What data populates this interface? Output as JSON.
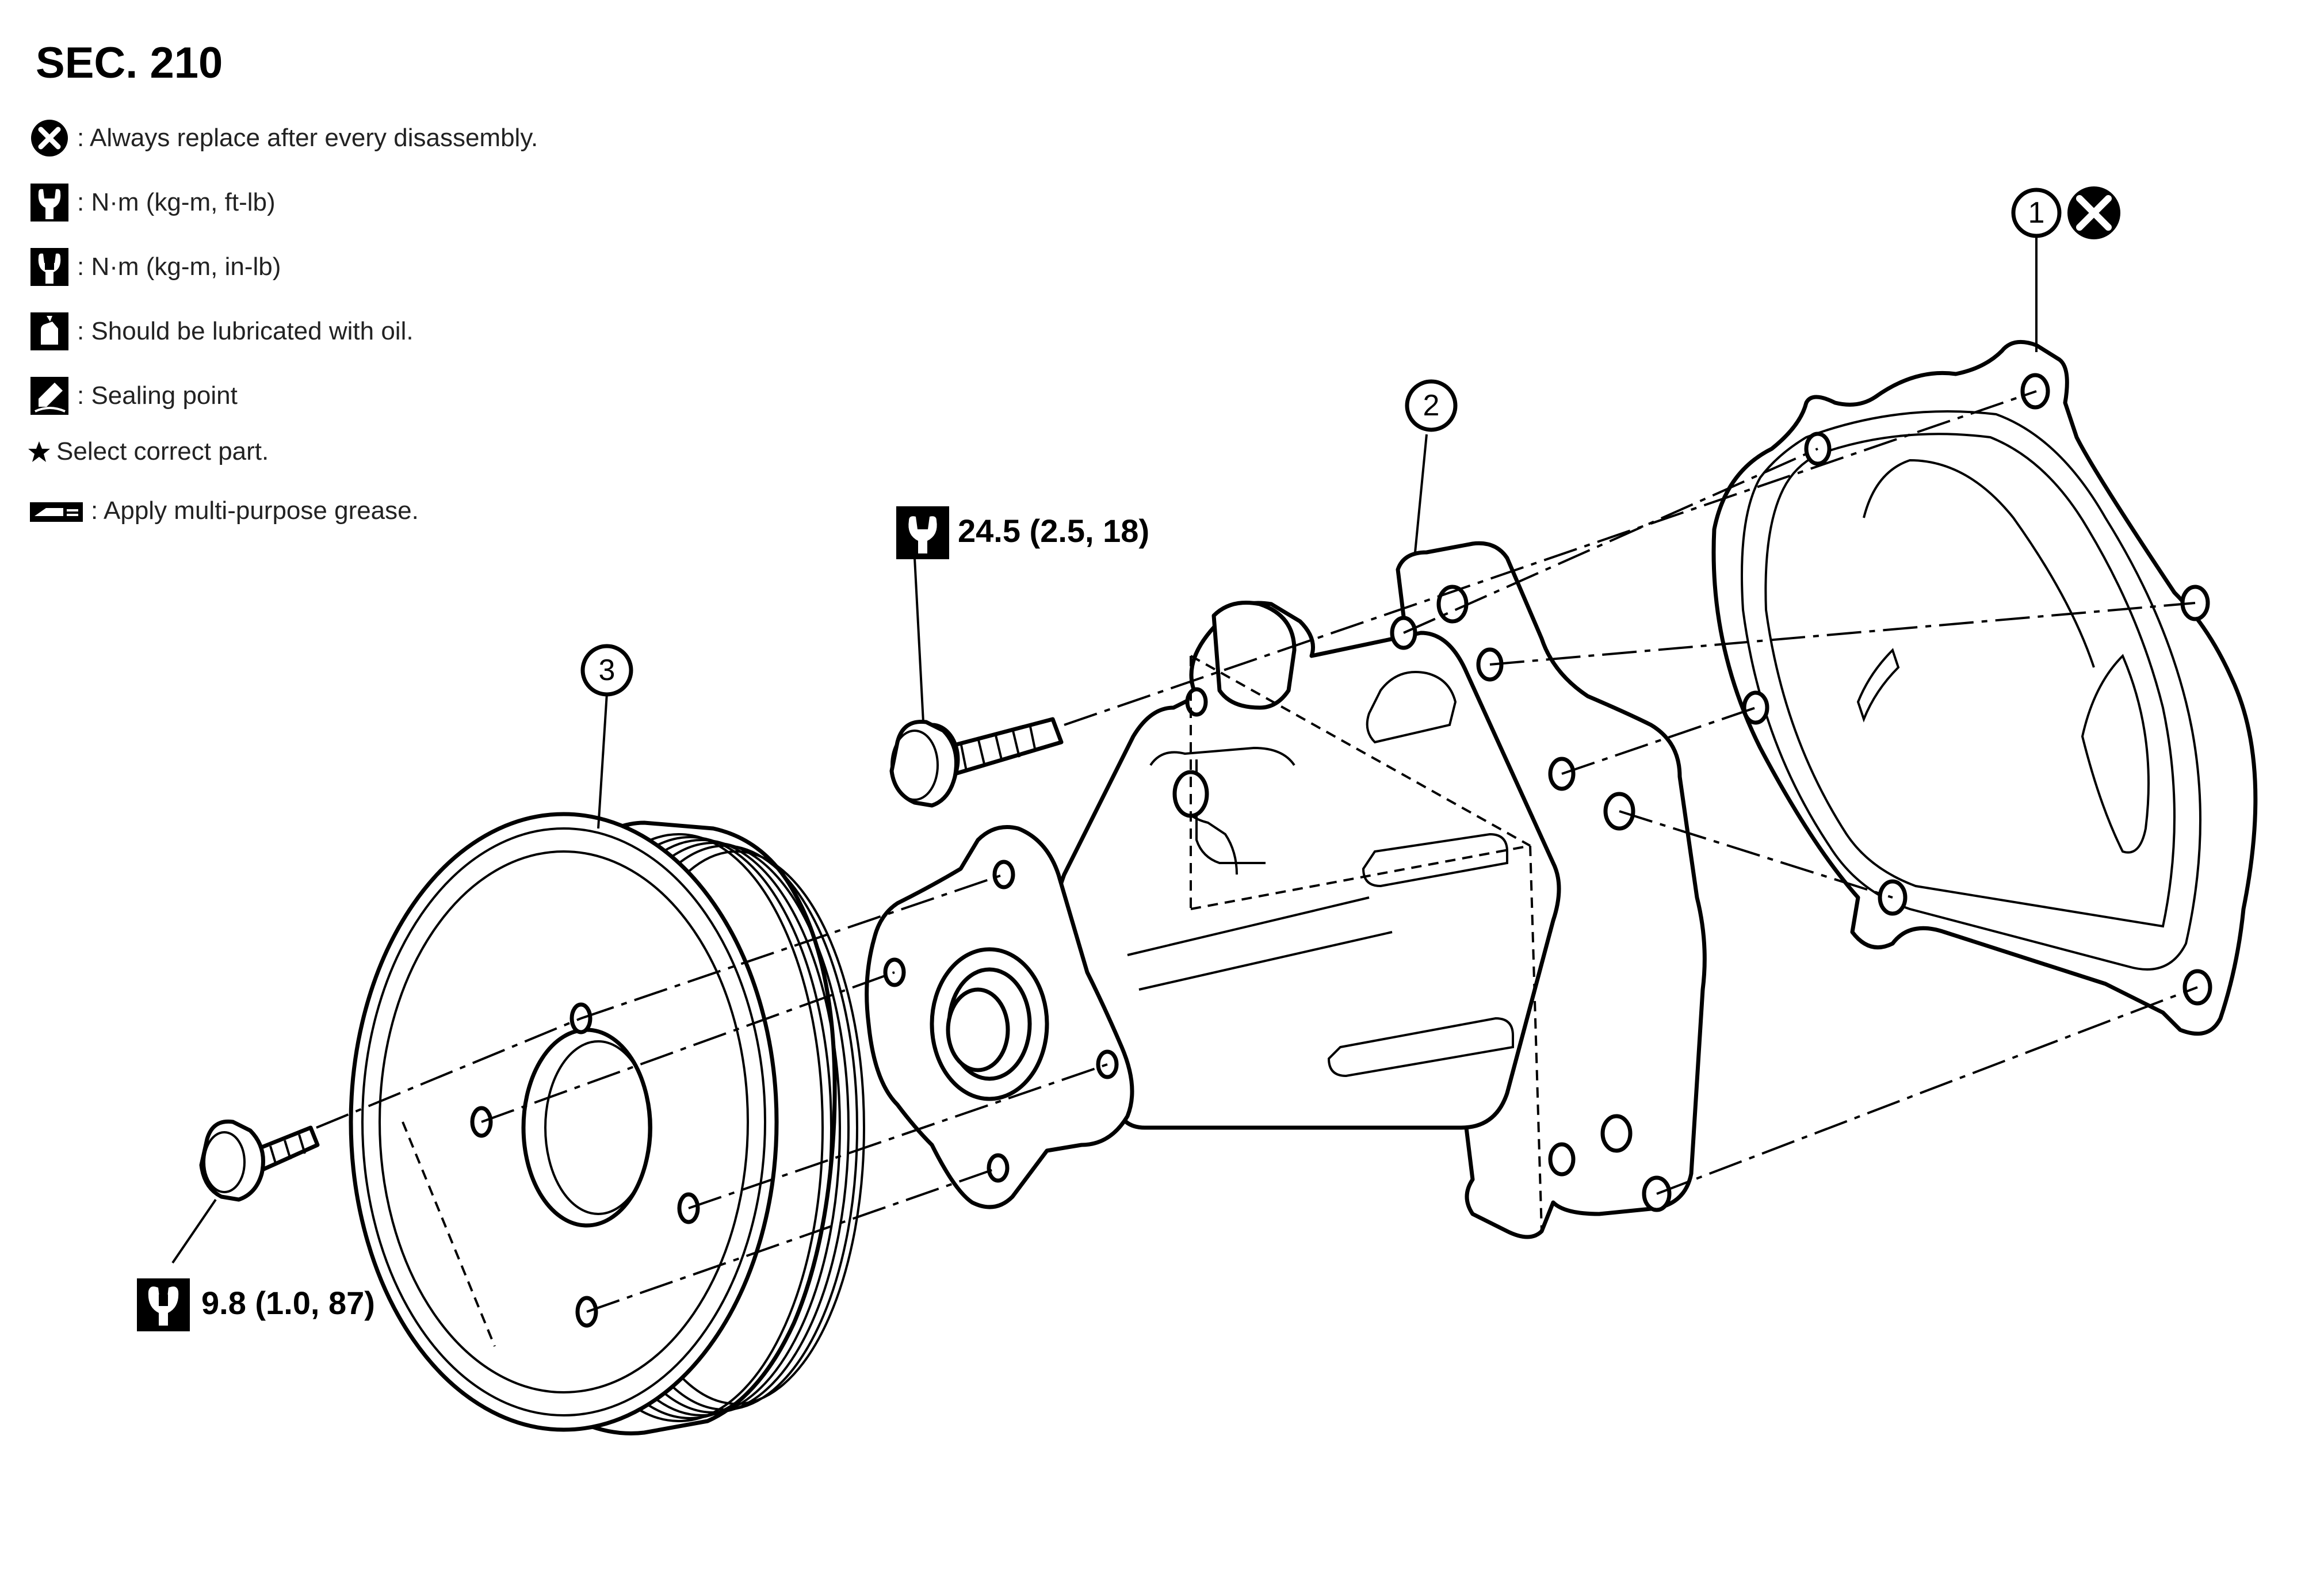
{
  "header": {
    "section": "SEC. 210"
  },
  "legend": [
    {
      "icon": "replace-circle-x-icon",
      "text": ": Always replace after every disassembly."
    },
    {
      "icon": "torque-wrench-outline-icon",
      "text": ": N·m (kg-m, ft-lb)"
    },
    {
      "icon": "torque-wrench-solid-icon",
      "text": ": N·m (kg-m, in-lb)"
    },
    {
      "icon": "oil-can-icon",
      "text": ": Should be lubricated with oil."
    },
    {
      "icon": "sealing-point-icon",
      "text": ": Sealing point"
    },
    {
      "icon": "star-icon",
      "text": "Select correct part."
    },
    {
      "icon": "grease-icon",
      "text": ": Apply multi-purpose grease."
    }
  ],
  "torques": {
    "upper_bolt": "24.5 (2.5, 18)",
    "pulley_bolt": "9.8 (1.0, 87)"
  },
  "callouts": [
    "1",
    "2",
    "3"
  ],
  "colors": {
    "line": "#000000",
    "background": "#ffffff"
  }
}
